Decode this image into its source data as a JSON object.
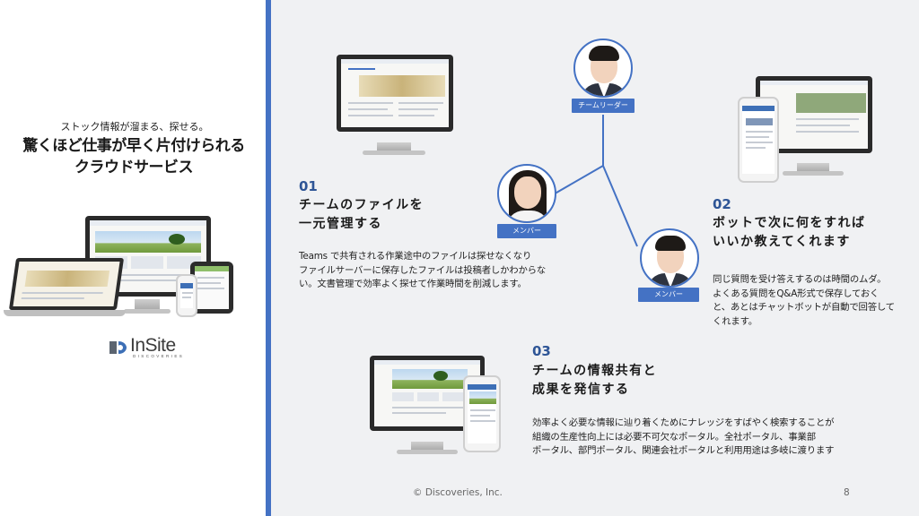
{
  "left": {
    "tagline": "ストック情報が溜まる、探せる。",
    "headline_line1": "驚くほど仕事が早く片付けられる",
    "headline_line2": "クラウドサービス",
    "logo": {
      "name": "InSite",
      "sub": "DISCOVERIES"
    }
  },
  "sections": [
    {
      "number": "01",
      "title_line1": "チームのファイルを",
      "title_line2": "一元管理する",
      "body_line1": "Teams で共有される作業途中のファイルは探せなくなり",
      "body_line2": "ファイルサーバーに保存したファイルは投稿者しかわからな",
      "body_line3": "い。文書管理で効率よく探せて作業時間を削減します。"
    },
    {
      "number": "02",
      "title_line1": "ボットで次に何をすれば",
      "title_line2": "いいか教えてくれます",
      "body_line1": "同じ質問を受け答えするのは時間のムダ。",
      "body_line2": "よくある質問をQ&A形式で保存しておく",
      "body_line3": "と、あとはチャットボットが自動で回答して",
      "body_line4": "くれます。"
    },
    {
      "number": "03",
      "title_line1": "チームの情報共有と",
      "title_line2": "成果を発信する",
      "body_line1": "効率よく必要な情報に辿り着くためにナレッジをすばやく検索することが",
      "body_line2": "組織の生産性向上には必要不可欠なポータル。全社ポータル、事業部",
      "body_line3": "ポータル、部門ポータル、関連会社ポータルと利用用途は多岐に渡ります"
    }
  ],
  "team": {
    "leader": "チームリーダー",
    "member_left": "メンバー",
    "member_right": "メンバー"
  },
  "footer": {
    "copyright": "© Discoveries, Inc.",
    "page": "8"
  },
  "colors": {
    "accent": "#4472c4",
    "number": "#2e5596",
    "panel_bg": "#f0f1f3"
  }
}
